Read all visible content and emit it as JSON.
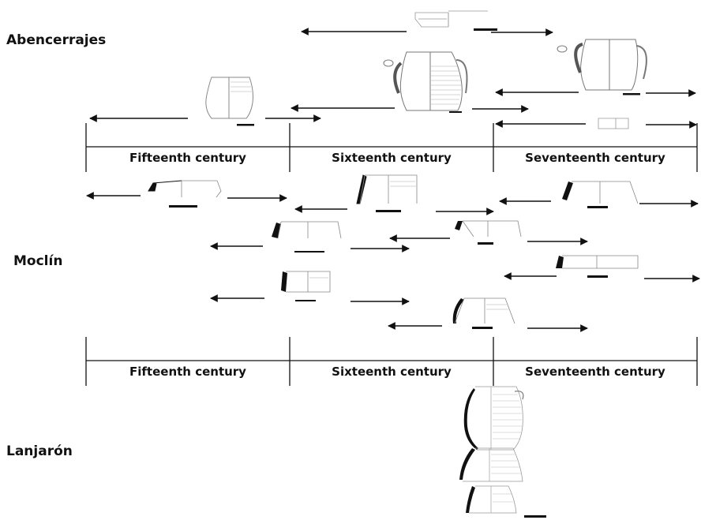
{
  "sites": [
    {
      "name": "Abencerrajes"
    },
    {
      "name": "Moclín"
    },
    {
      "name": "Lanjarón"
    }
  ],
  "timelines": [
    {
      "id": "abencerrajes",
      "centuries": [
        "Fifteenth century",
        "Sixteenth century",
        "Seventeenth century"
      ]
    },
    {
      "id": "moclin",
      "centuries": [
        "Fifteenth century",
        "Sixteenth century",
        "Seventeenth century"
      ]
    }
  ],
  "colors": {
    "line": "#111111",
    "vessel_outline": "#888888",
    "vessel_section": "#000000",
    "scale_bar": "#000000"
  }
}
